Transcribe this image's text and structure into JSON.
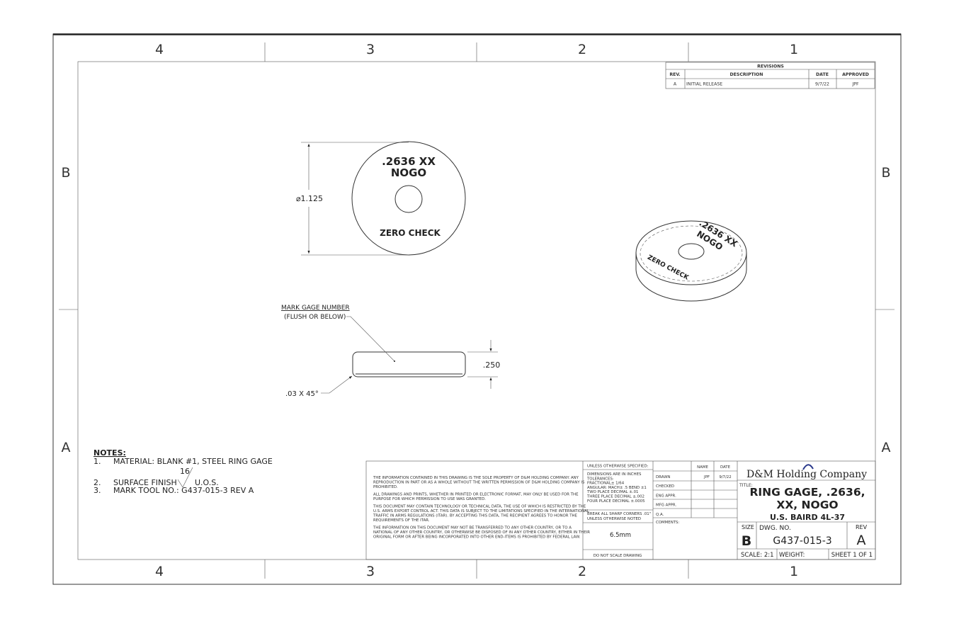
{
  "zones": {
    "columns": [
      "4",
      "3",
      "2",
      "1"
    ],
    "rows": [
      "B",
      "A"
    ]
  },
  "revisions": {
    "title": "REVISIONS",
    "headers": [
      "REV.",
      "DESCRIPTION",
      "DATE",
      "APPROVED"
    ],
    "rows": [
      [
        "A",
        "INITIAL RELEASE",
        "9/7/22",
        "JPF"
      ]
    ]
  },
  "front_view": {
    "line1": ".2636 XX",
    "line2": "NOGO",
    "bottom_text": "ZERO CHECK",
    "diameter_dim": "⌀1.125"
  },
  "side_view": {
    "leader_line1": "MARK GAGE NUMBER",
    "leader_line2": "(FLUSH OR BELOW)",
    "thickness_dim": ".250",
    "chamfer_note": ".03 X 45°"
  },
  "iso_view": {
    "line1": ".2636 XX",
    "line2": "NOGO",
    "bottom_text": "ZERO CHECK"
  },
  "notes": {
    "heading": "NOTES:",
    "items": [
      {
        "num": "1.",
        "text": "MATERIAL:  BLANK #1, STEEL RING GAGE"
      },
      {
        "num": "2.",
        "text": "SURFACE FINISH",
        "finish_value": "16",
        "suffix": "U.O.S."
      },
      {
        "num": "3.",
        "text": "MARK TOOL NO.:  G437-015-3  REV A"
      }
    ]
  },
  "proprietary": [
    [
      "THE INFORMATION CONTAINED IN THIS DRAWING IS THE SOLE PROPERTY OF D&M HOLDING COMPANY.  ANY",
      "REPRODUCTION IN PART OR AS A WHOLE WITHOUT THE WRITTEN PERMISSION OF D&M HOLDING COMPANY IS",
      "PROHIBITED."
    ],
    [
      "ALL DRAWINGS AND PRINTS, WHETHER IN PRINTED OR ELECTRONIC FORMAT, MAY ONLY BE USED FOR THE",
      "PURPOSE FOR WHICH PERMISSION TO USE WAS GRANTED."
    ],
    [
      "THIS DOCUMENT MAY CONTAIN TECHNOLOGY OR TECHNICAL DATA, THE USE OF WHICH IS RESTRICTED BY THE",
      "U.S. ARMS EXPORT CONTROL ACT.  THIS DATA IS SUBJECT TO THE LIMITATIONS SPECIFIED IN THE INTERNATIONAL",
      "TRAFFIC IN ARMS REGULATIONS (ITAR).  BY ACCEPTING THIS DATA, THE RECIPIENT AGREES TO HONOR THE",
      "REQUIREMENTS OF THE ITAR."
    ],
    [
      "THE INFORMATION ON THIS DOCUMENT MAY NOT BE TRANSFERRED TO ANY OTHER COUNTRY, OR TO A",
      "NATIONAL OF ANY OTHER COUNTRY, OR OTHERWISE BE DISPOSED OF IN ANY OTHER COUNTRY, EITHER IN THEIR",
      "ORIGINAL FORM OR AFTER BEING INCORPORATED INTO OTHER END-ITEMS IS PROHIBITED BY FEDERAL LAW."
    ]
  ],
  "tolerances": {
    "heading": "UNLESS OTHERWISE SPECIFIED:",
    "lines": [
      "DIMENSIONS ARE IN INCHES",
      "TOLERANCES:",
      "FRACTIONAL± 1/64",
      "ANGULAR: MACH± .5   BEND ±1",
      "TWO PLACE DECIMAL    ±.01",
      "THREE PLACE DECIMAL  ±.002",
      "FOUR PLACE DECIMAL   ±.0005"
    ],
    "corners": [
      "BREAK ALL SHARP CORNERS .01\"",
      "UNLESS OTHERWISE NOTED"
    ],
    "thickness": "6.5mm",
    "scale_warning": "DO NOT SCALE DRAWING"
  },
  "signoff": {
    "headers": [
      "NAME",
      "DATE"
    ],
    "rows": [
      {
        "label": "DRAWN",
        "name": "JPF",
        "date": "9/7/22"
      },
      {
        "label": "CHECKED",
        "name": "",
        "date": ""
      },
      {
        "label": "ENG APPR.",
        "name": "",
        "date": ""
      },
      {
        "label": "MFG APPR.",
        "name": "",
        "date": ""
      },
      {
        "label": "Q.A.",
        "name": "",
        "date": ""
      }
    ],
    "comments_label": "COMMENTS:"
  },
  "title_block": {
    "company": "D&M Holding Company",
    "title_label": "TITLE:",
    "title_lines": [
      "RING GAGE, .2636,",
      "XX, NOGO",
      "U.S. BAIRD 4L-37"
    ],
    "size_label": "SIZE",
    "size": "B",
    "dwg_no_label": "DWG. NO.",
    "dwg_no": "G437-015-3",
    "rev_label": "REV",
    "rev": "A",
    "scale": "SCALE: 2:1",
    "weight": "WEIGHT:",
    "sheet": "SHEET 1 OF 1"
  }
}
